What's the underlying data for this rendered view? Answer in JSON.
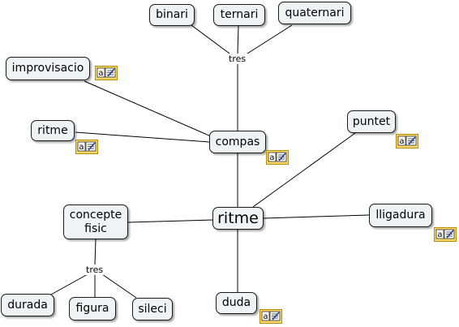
{
  "colors": {
    "node_fill": "#eef4f6",
    "node_border": "#1a1a1a",
    "line": "#000000",
    "icon_fill": "#f6d96a",
    "icon_border": "#c08a00"
  },
  "concepts": {
    "ritme_main": "ritme",
    "compas": "compas",
    "binari": "binari",
    "ternari": "ternari",
    "quaternari": "quaternari",
    "improvisacio": "improvisacio",
    "ritme_small": "ritme",
    "puntet": "puntet",
    "lligadura": "lligadura",
    "concepte_fisic": "concepte\nfisic",
    "durada": "durada",
    "figura": "figura",
    "sileci": "sileci",
    "duda": "duda"
  },
  "linking_phrases": {
    "compas_types": "tres",
    "physical_parts": "tres"
  },
  "resource_icon": {
    "name": "annotation-note-icon",
    "glyph": "a"
  }
}
